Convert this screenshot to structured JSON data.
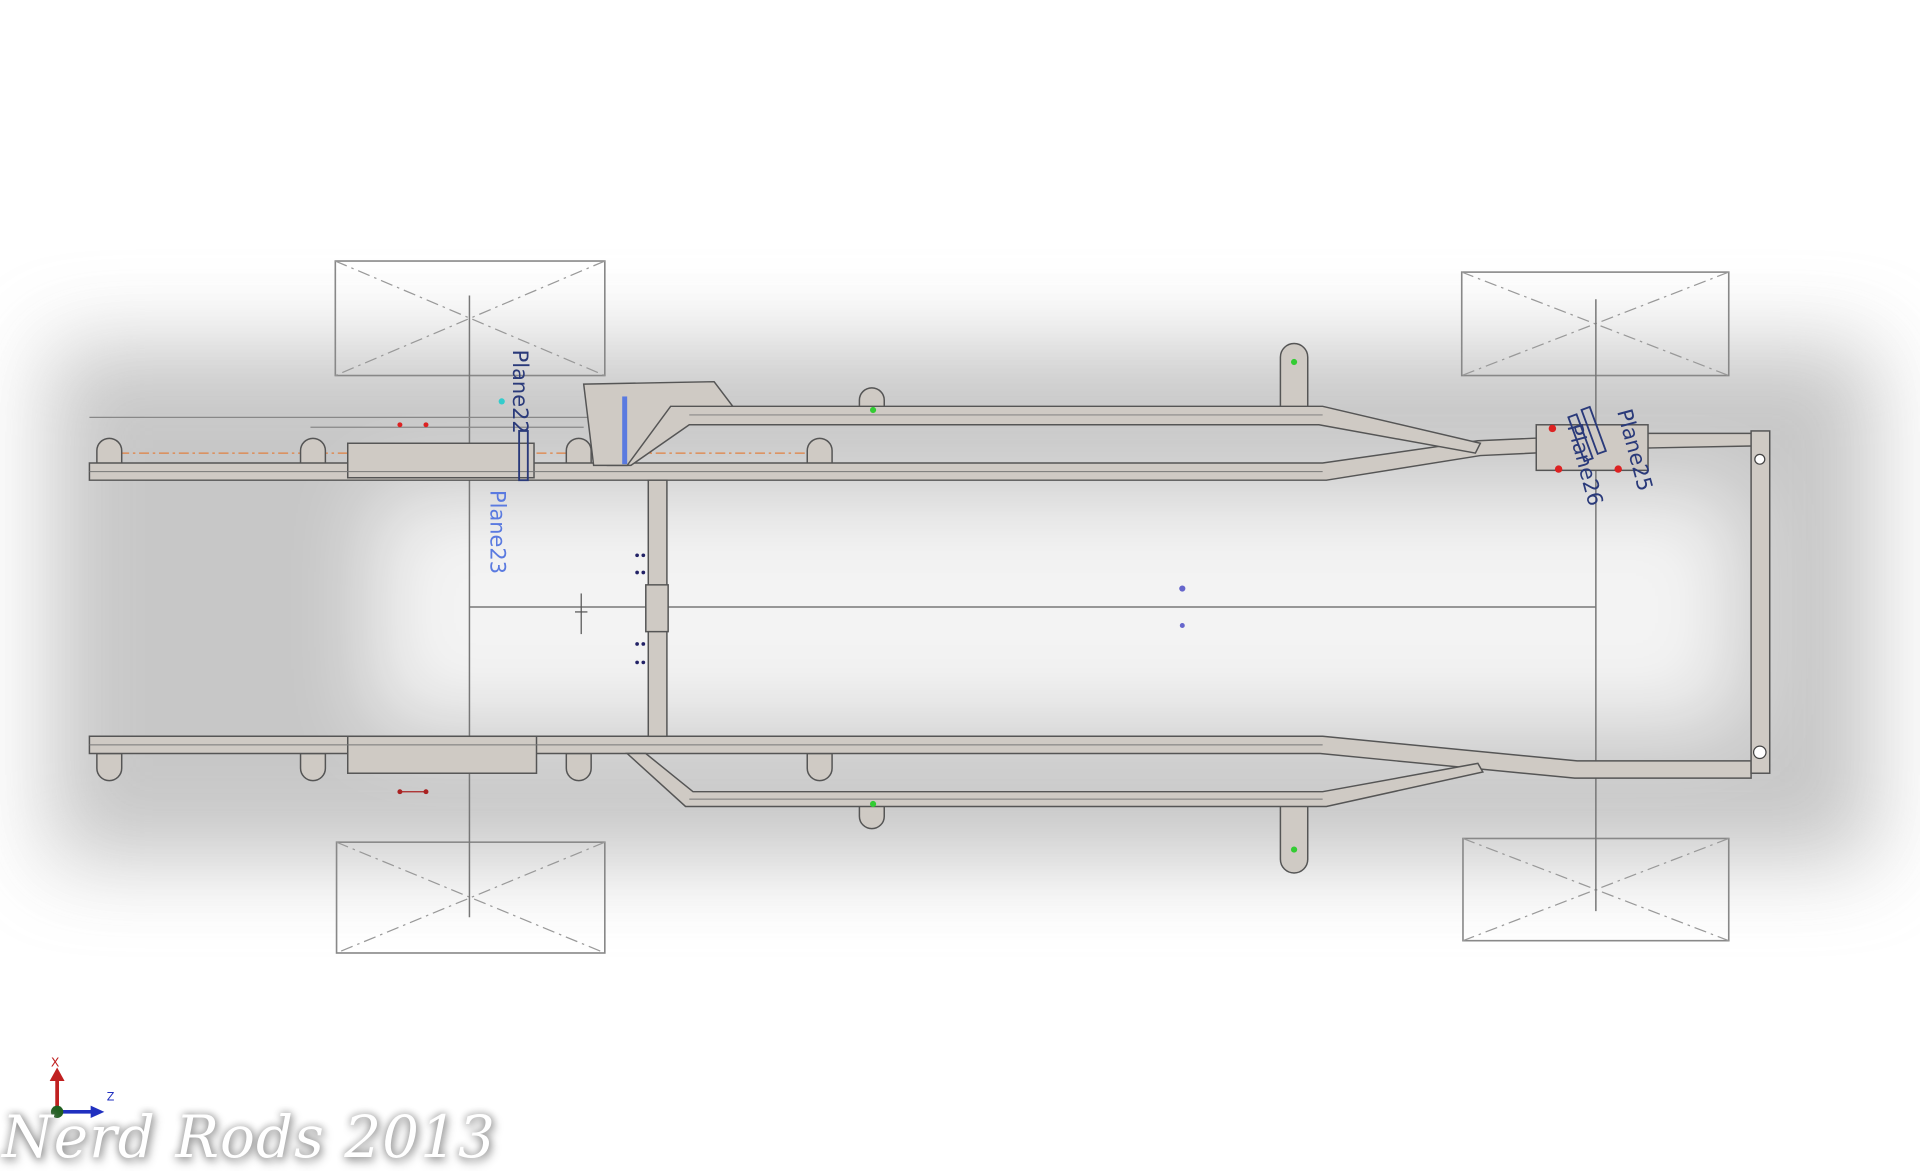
{
  "drawing": {
    "plane_labels": [
      "Plane22",
      "Plane23",
      "Plane25",
      "Plane26"
    ]
  },
  "triad": {
    "x_label": "X",
    "z_label": "Z"
  },
  "watermark": "Nerd Rods 2013",
  "colors": {
    "frame": "#cfcac4",
    "plane_label": "#2a3a7a",
    "plane_label_light": "#5a7ae0",
    "x_axis": "#d02020",
    "z_axis": "#2030c0",
    "origin": "#206020"
  }
}
